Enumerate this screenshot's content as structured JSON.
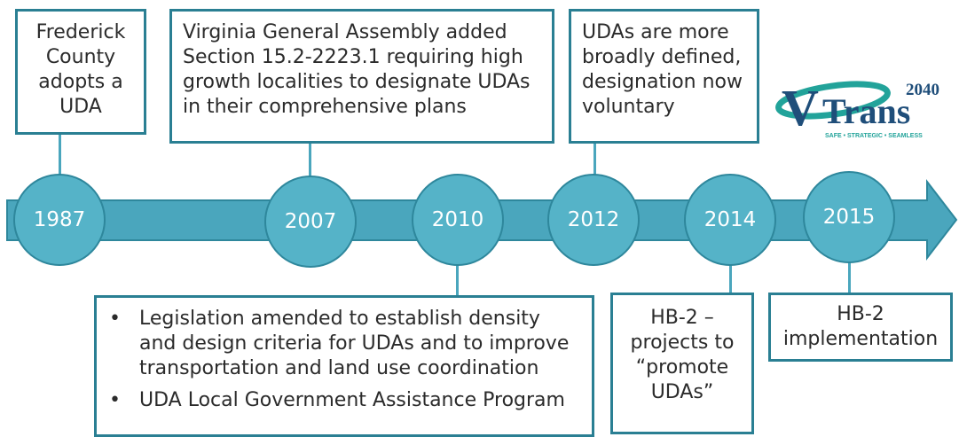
{
  "timeline": {
    "events": [
      {
        "year": "1987",
        "text": "Frederick County adopts a UDA"
      },
      {
        "year": "2007",
        "text": "Virginia General Assembly added Section 15.2-2223.1  requiring high growth localities to designate UDAs in their comprehensive plans"
      },
      {
        "year": "2010",
        "bullets": [
          "Legislation amended to establish density and design criteria for UDAs and to improve transportation and land use coordination",
          "UDA Local Government Assistance Program"
        ]
      },
      {
        "year": "2012",
        "text": "UDAs are more broadly defined, designation now voluntary"
      },
      {
        "year": "2014",
        "text": "HB-2 – projects to “promote UDAs”"
      },
      {
        "year": "2015",
        "text": "HB-2 implementation"
      }
    ]
  },
  "logo": {
    "year": "2040",
    "word": "Trans",
    "letter": "V",
    "tagline": "SAFE • STRATEGIC • SEAMLESS",
    "colors": {
      "navy": "#1f4e7a",
      "teal": "#22a39a"
    }
  },
  "colors": {
    "arrow_fill": "#4aa6bd",
    "circle_fill": "#55b3c8",
    "box_border": "#2a7f93"
  }
}
